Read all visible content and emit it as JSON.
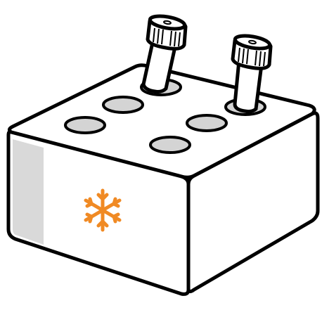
{
  "illustration": {
    "subject": "cooling-rack-with-tubes",
    "colors": {
      "outline": "#000000",
      "body_fill": "#ffffff",
      "side_stripe": "#d9d9d9",
      "hole_fill": "#d4d4d4",
      "snowflake": "#f08a24"
    },
    "icons": {
      "snowflake": "snowflake-icon"
    },
    "rack": {
      "hole_count": 6,
      "tube_count": 2
    }
  }
}
